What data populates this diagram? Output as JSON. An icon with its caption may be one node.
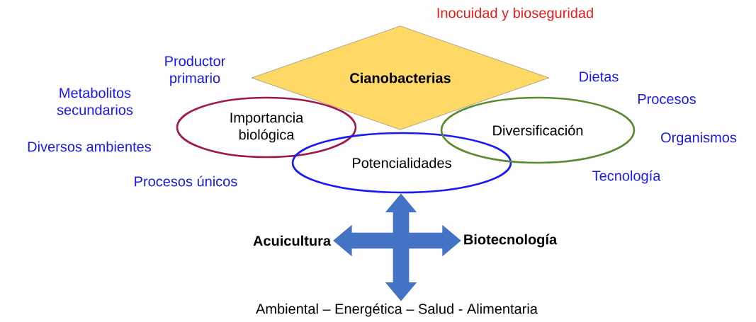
{
  "diagram": {
    "nodes": [
      {
        "text": [
          "Cianobacterias"
        ]
      },
      {
        "text": [
          "Importancia biológica"
        ]
      },
      {
        "text": [
          "Potencialidades"
        ]
      },
      {
        "text": [
          "Diversificación"
        ]
      },
      {
        "text": [
          "Acuicultura"
        ]
      },
      {
        "text": [
          "Biotecnología"
        ]
      },
      {
        "text": [
          "Ambiental – Energética – Salud - Alimentaria"
        ]
      }
    ],
    "edges": [
      {
        "from": null,
        "to": 2,
        "arrow": "to"
      },
      {
        "from": null,
        "to": 4,
        "arrow": "to"
      },
      {
        "from": null,
        "to": 5,
        "arrow": "to"
      },
      {
        "from": null,
        "to": 6,
        "arrow": "to"
      }
    ],
    "labels": [
      "Inocuidad y bioseguridad",
      "Productor primario",
      "Metabolitos secundarios",
      "Diversos ambientes",
      "Procesos únicos",
      "Dietas",
      "Procesos",
      "Organismos",
      "Tecnología"
    ]
  }
}
